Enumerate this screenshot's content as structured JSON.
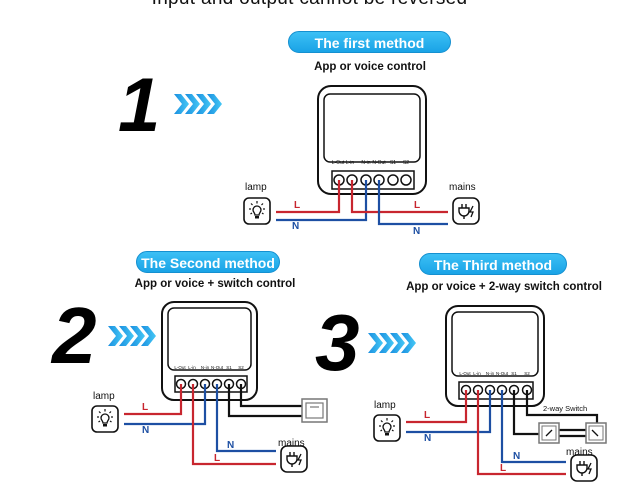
{
  "header": {
    "caption": "Input and output cannot be reversed"
  },
  "colors": {
    "live": "#c8262f",
    "neutral": "#1d4fa3",
    "switch_wire": "#111111",
    "accent": "#1aa3e6"
  },
  "terminals": [
    "L-Out",
    "L-in",
    "N-in",
    "N-Out",
    "S1",
    "S2"
  ],
  "methods": [
    {
      "number": "1",
      "title": "The first method",
      "subtitle": "App or voice control",
      "lamp_label": "lamp",
      "mains_label": "mains",
      "wire_labels": {
        "lamp_live": "L",
        "lamp_neutral": "N",
        "mains_live": "L",
        "mains_neutral": "N"
      }
    },
    {
      "number": "2",
      "title": "The Second method",
      "subtitle": "App or voice + switch control",
      "lamp_label": "lamp",
      "mains_label": "mains",
      "wire_labels": {
        "lamp_live": "L",
        "lamp_neutral": "N",
        "mains_live": "L",
        "mains_neutral": "N"
      }
    },
    {
      "number": "3",
      "title": "The  Third  method",
      "subtitle": "App or voice + 2-way switch control",
      "lamp_label": "lamp",
      "mains_label": "mains",
      "switch_label": "2-way Switch",
      "wire_labels": {
        "lamp_live": "L",
        "lamp_neutral": "N",
        "mains_live": "L",
        "mains_neutral": "N"
      }
    }
  ],
  "icons": {
    "arrow": "chevrons-right-icon",
    "lamp": "lightbulb-icon",
    "mains": "plug-icon",
    "switch": "wall-switch-icon"
  }
}
